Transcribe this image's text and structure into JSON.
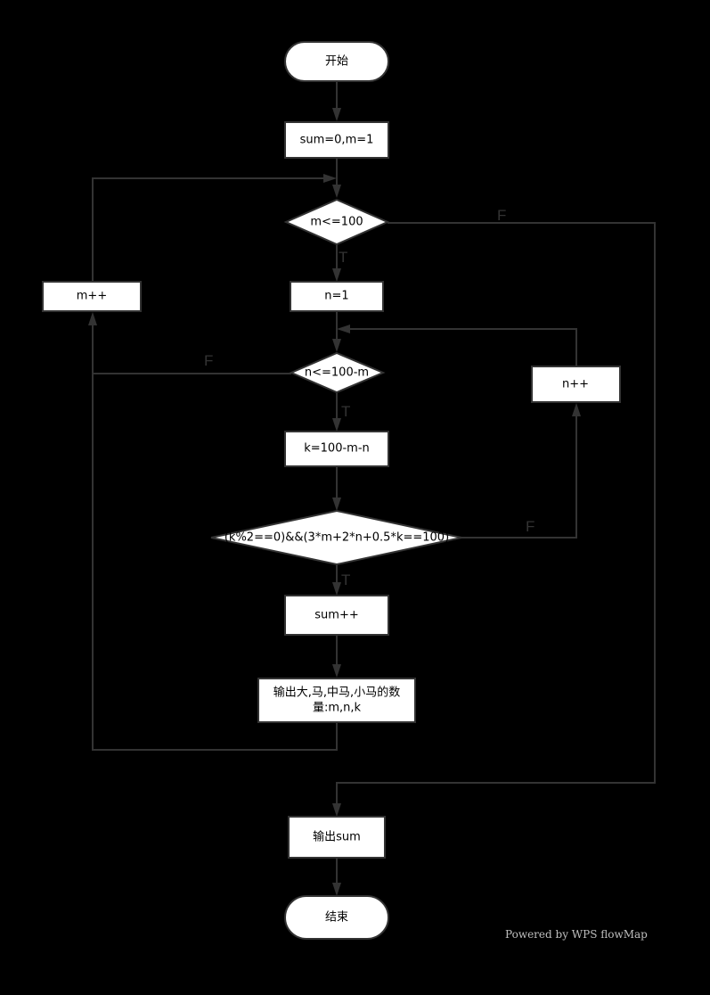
{
  "nodes": {
    "start": "开始",
    "init": "sum=0,m=1",
    "cond_m": "m<=100",
    "init_n": "n=1",
    "m_inc": "m++",
    "cond_n": "n<=100-m",
    "n_inc": "n++",
    "calc_k": "k=100-m-n",
    "cond_k": "(k%2==0)&&(3*m+2*n+0.5*k==100)",
    "sum_inc": "sum++",
    "output_line1": "输出大,马,中马,小马的数",
    "output_line2": "量:m,n,k",
    "output_sum": "输出sum",
    "end": "结束"
  },
  "edge_labels": {
    "true": "T",
    "false": "F"
  },
  "watermark": "Powered by WPS flowMap"
}
